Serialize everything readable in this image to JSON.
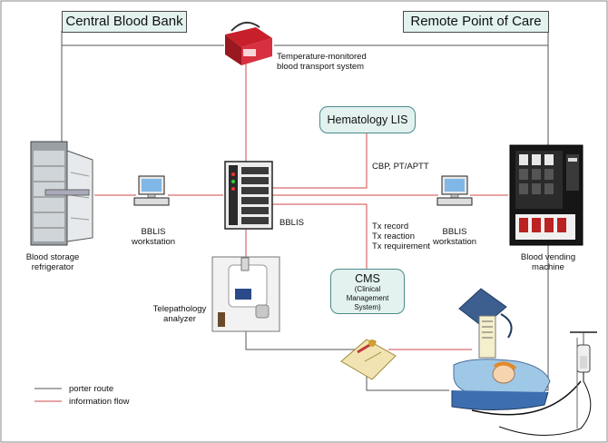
{
  "locations": {
    "central": "Central Blood Bank",
    "remote": "Remote Point of Care"
  },
  "nodes": {
    "transport": "Temperature-monitored blood transport system",
    "hematology": "Hematology LIS",
    "cbp": "CBP, PT/APTT",
    "bblis_server": "BBLIS",
    "bblis_ws_left": "BBLIS workstation",
    "bblis_ws_right": "BBLIS workstation",
    "refrigerator": "Blood storage refrigerator",
    "vending": "Blood vending machine",
    "tx_items": [
      "Tx record",
      "Tx reaction",
      "Tx requirement"
    ],
    "cms_title": "CMS",
    "cms_sub": "(Clinical Management System)",
    "telepathology": "Telepathology analyzer"
  },
  "legend": {
    "porter": "porter route",
    "info": "information flow"
  },
  "colors": {
    "porter": "#555555",
    "info": "#d24a4a",
    "box_fill": "#e3f2ef"
  }
}
